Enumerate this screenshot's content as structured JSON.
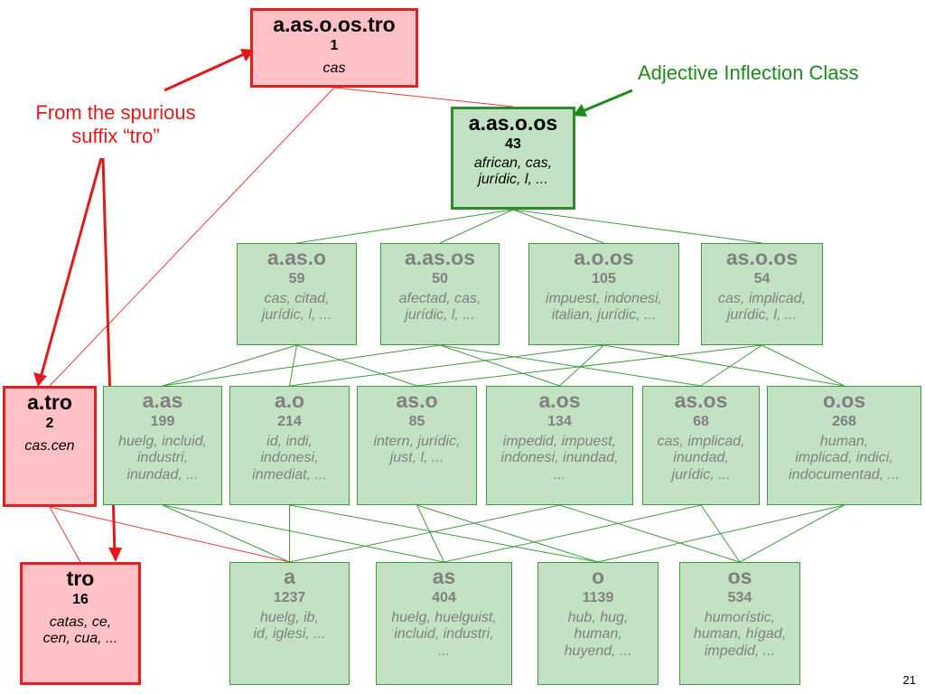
{
  "nodes": [
    {
      "id": "a_as_o_os_tro",
      "name": "a.as.o.os.tro",
      "count": "1",
      "examples": "cas",
      "style": "red"
    },
    {
      "id": "a_as_o_os",
      "name": "a.as.o.os",
      "count": "43",
      "examples": "african, cas,\njurídic, l, ...",
      "style": "top"
    },
    {
      "id": "a_as_o",
      "name": "a.as.o",
      "count": "59",
      "examples": "cas, citad,\njurídic, l, ...",
      "style": "green"
    },
    {
      "id": "a_as_os",
      "name": "a.as.os",
      "count": "50",
      "examples": "afectad, cas,\njurídic, l, ...",
      "style": "green"
    },
    {
      "id": "a_o_os",
      "name": "a.o.os",
      "count": "105",
      "examples": "impuest, indonesi,\nitalian, jurídic, ...",
      "style": "green"
    },
    {
      "id": "as_o_os",
      "name": "as.o.os",
      "count": "54",
      "examples": "cas, implicad,\njurídic, l, ...",
      "style": "green"
    },
    {
      "id": "a_tro",
      "name": "a.tro",
      "count": "2",
      "examples": "cas.cen",
      "style": "red"
    },
    {
      "id": "a_as",
      "name": "a.as",
      "count": "199",
      "examples": "huelg, incluid,\nindustri,\ninundad, ...",
      "style": "green"
    },
    {
      "id": "a_o",
      "name": "a.o",
      "count": "214",
      "examples": "id, indi,\nindonesi,\ninmediat, ...",
      "style": "green"
    },
    {
      "id": "as_o",
      "name": "as.o",
      "count": "85",
      "examples": "intern, jurídic,\njust, l, ...",
      "style": "green"
    },
    {
      "id": "a_os",
      "name": "a.os",
      "count": "134",
      "examples": "impedid, impuest,\nindonesi, inundad,\n...",
      "style": "green"
    },
    {
      "id": "as_os",
      "name": "as.os",
      "count": "68",
      "examples": "cas, implicad,\ninundad,\njurídic, ...",
      "style": "green"
    },
    {
      "id": "o_os",
      "name": "o.os",
      "count": "268",
      "examples": "human,\nimplicad, indici,\nindocumentad, ...",
      "style": "green"
    },
    {
      "id": "tro",
      "name": "tro",
      "count": "16",
      "examples": "catas, ce,\ncen, cua, ...",
      "style": "red"
    },
    {
      "id": "a",
      "name": "a",
      "count": "1237",
      "examples": "huelg, ib,\nid, iglesi, ...",
      "style": "green"
    },
    {
      "id": "as",
      "name": "as",
      "count": "404",
      "examples": "huelg, huelguist,\nincluid, industri,\n...",
      "style": "green"
    },
    {
      "id": "o",
      "name": "o",
      "count": "1139",
      "examples": "hub, hug,\nhuman,\nhuyend, ...",
      "style": "green"
    },
    {
      "id": "os",
      "name": "os",
      "count": "534",
      "examples": "humorístic,\nhuman, hígad,\nimpedid, ...",
      "style": "green"
    }
  ],
  "edges": [
    {
      "from": "a_as_o_os",
      "to": "a_as_o",
      "color": "green"
    },
    {
      "from": "a_as_o_os",
      "to": "a_as_os",
      "color": "green"
    },
    {
      "from": "a_as_o_os",
      "to": "a_o_os",
      "color": "green"
    },
    {
      "from": "a_as_o_os",
      "to": "as_o_os",
      "color": "green"
    },
    {
      "from": "a_as_o",
      "to": "a_as",
      "color": "green"
    },
    {
      "from": "a_as_o",
      "to": "a_o",
      "color": "green"
    },
    {
      "from": "a_as_o",
      "to": "as_o",
      "color": "green"
    },
    {
      "from": "a_as_os",
      "to": "a_as",
      "color": "green"
    },
    {
      "from": "a_as_os",
      "to": "a_os",
      "color": "green"
    },
    {
      "from": "a_as_os",
      "to": "as_os",
      "color": "green"
    },
    {
      "from": "a_o_os",
      "to": "a_o",
      "color": "green"
    },
    {
      "from": "a_o_os",
      "to": "a_os",
      "color": "green"
    },
    {
      "from": "a_o_os",
      "to": "o_os",
      "color": "green"
    },
    {
      "from": "as_o_os",
      "to": "as_o",
      "color": "green"
    },
    {
      "from": "as_o_os",
      "to": "as_os",
      "color": "green"
    },
    {
      "from": "as_o_os",
      "to": "o_os",
      "color": "green"
    },
    {
      "from": "a_as",
      "to": "a",
      "color": "green"
    },
    {
      "from": "a_as",
      "to": "as",
      "color": "green"
    },
    {
      "from": "a_o",
      "to": "a",
      "color": "green"
    },
    {
      "from": "a_o",
      "to": "o",
      "color": "green"
    },
    {
      "from": "as_o",
      "to": "as",
      "color": "green"
    },
    {
      "from": "as_o",
      "to": "o",
      "color": "green"
    },
    {
      "from": "a_os",
      "to": "a",
      "color": "green"
    },
    {
      "from": "a_os",
      "to": "os",
      "color": "green"
    },
    {
      "from": "as_os",
      "to": "as",
      "color": "green"
    },
    {
      "from": "as_os",
      "to": "os",
      "color": "green"
    },
    {
      "from": "o_os",
      "to": "o",
      "color": "green"
    },
    {
      "from": "o_os",
      "to": "os",
      "color": "green"
    },
    {
      "from": "a_as_o_os_tro",
      "to": "a_as_o_os",
      "color": "red"
    },
    {
      "from": "a_as_o_os_tro",
      "to": "a_tro",
      "color": "red"
    },
    {
      "from": "a_tro",
      "to": "tro",
      "color": "red"
    },
    {
      "from": "a_tro",
      "to": "a",
      "color": "red"
    }
  ],
  "annotations": {
    "spurious": "From the spurious\nsuffix “tro”",
    "class_label": "Adjective Inflection Class"
  },
  "page_number": "21",
  "colors": {
    "green_fill": "#c3e2c3",
    "green_border": "#3f9a3f",
    "red_fill": "#ffc0c6",
    "red_border": "#e02020",
    "muted_text": "#808080"
  }
}
